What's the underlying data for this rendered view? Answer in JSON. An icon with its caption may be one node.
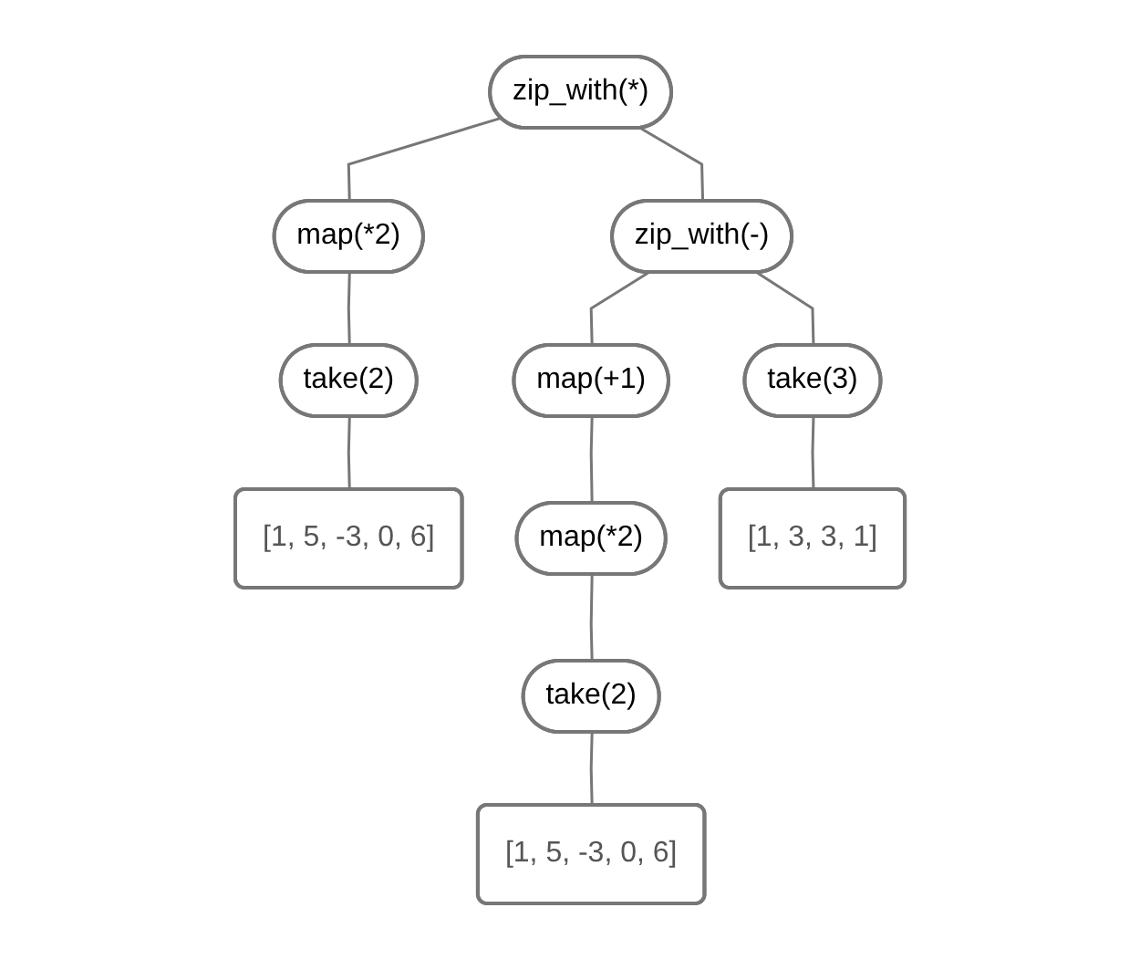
{
  "diagram": {
    "nodes": [
      {
        "text": [
          "zip_with(*)"
        ]
      },
      {
        "text": [
          "map(*2)"
        ]
      },
      {
        "text": [
          "zip_with(-)"
        ]
      },
      {
        "text": [
          "take(2)"
        ]
      },
      {
        "text": [
          "[1, 5, -3, 0, 6]"
        ]
      },
      {
        "text": [
          "map(+1)"
        ]
      },
      {
        "text": [
          "take(3)"
        ]
      },
      {
        "text": [
          "map(*2)"
        ]
      },
      {
        "text": [
          "[1, 3, 3, 1]"
        ]
      },
      {
        "text": [
          "take(2)"
        ]
      },
      {
        "text": [
          "[1, 5, -3, 0, 6]"
        ]
      }
    ],
    "edges": [
      {
        "from": 0,
        "to": 1,
        "arrow": "none"
      },
      {
        "from": 0,
        "to": 2,
        "arrow": "none"
      },
      {
        "from": 1,
        "to": 3,
        "arrow": "none"
      },
      {
        "from": 3,
        "to": 4,
        "arrow": "none"
      },
      {
        "from": 2,
        "to": 5,
        "arrow": "none"
      },
      {
        "from": 2,
        "to": 6,
        "arrow": "none"
      },
      {
        "from": 5,
        "to": 7,
        "arrow": "none"
      },
      {
        "from": 6,
        "to": 8,
        "arrow": "none"
      },
      {
        "from": 7,
        "to": 9,
        "arrow": "none"
      },
      {
        "from": 9,
        "to": 10,
        "arrow": "none"
      }
    ]
  }
}
